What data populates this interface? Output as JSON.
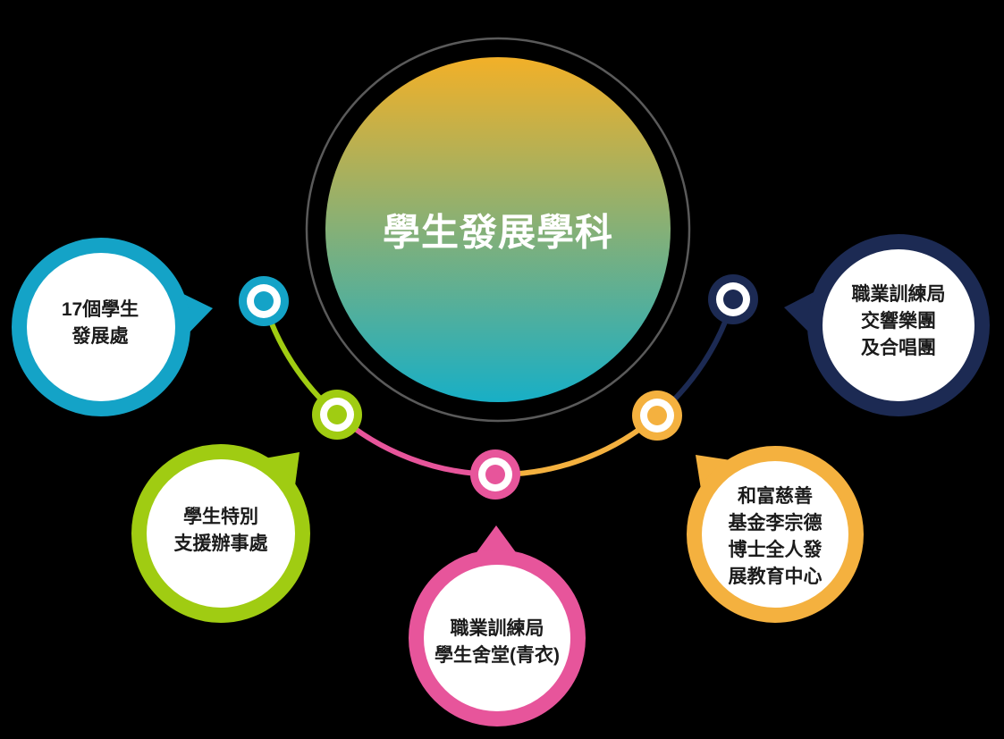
{
  "canvas": {
    "background_color": "#000000"
  },
  "center": {
    "label": "學生發展學科",
    "text_color": "#FFFFFF",
    "gradient_top": "#F2B028",
    "gradient_bottom": "#18AFC6",
    "ring_color": "#5A5A5A"
  },
  "label_text_color": "#1B1B1B",
  "bubbles": [
    {
      "name": "student-development-offices",
      "color": "#14A3C7",
      "lines": [
        "17個學生",
        "發展處"
      ]
    },
    {
      "name": "student-special-support-office",
      "color": "#A0CC12",
      "lines": [
        "學生特別",
        "支援辦事處"
      ]
    },
    {
      "name": "vtc-student-hostel-tsing-yi",
      "color": "#E7559B",
      "lines": [
        "職業訓練局",
        "學生舍堂(青衣)"
      ]
    },
    {
      "name": "wofoo-whole-person-development-centre",
      "color": "#F4B13F",
      "lines": [
        "和富慈善",
        "基金李宗德",
        "博士全人發",
        "展教育中心"
      ]
    },
    {
      "name": "vtc-orchestra-and-choir",
      "color": "#1C2A53",
      "lines": [
        "職業訓練局",
        "交響樂團",
        "及合唱團"
      ]
    }
  ]
}
